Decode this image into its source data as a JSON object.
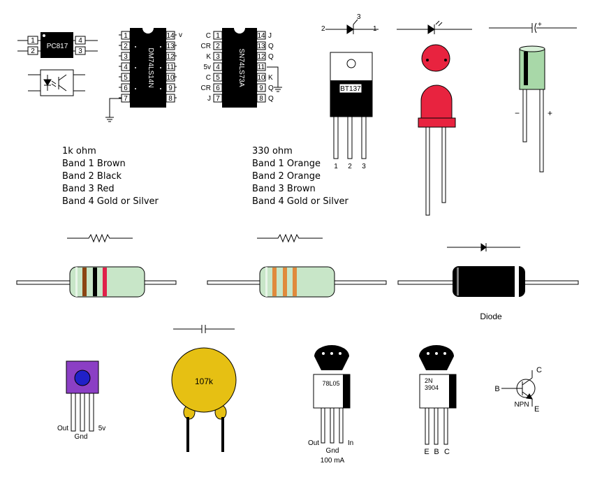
{
  "optocoupler": {
    "label": "PC817",
    "pins": [
      "1",
      "2",
      "4",
      "3"
    ]
  },
  "ic_74ls14": {
    "label": "DM74LS14N",
    "pins_left": [
      "1",
      "2",
      "3",
      "4",
      "5",
      "6",
      "7"
    ],
    "pins_right": [
      "14",
      "13",
      "12",
      "11",
      "10",
      "9",
      "8"
    ],
    "vcc_mark": "v"
  },
  "ic_74ls73": {
    "label": "SN74LS73A",
    "left_names": [
      "C",
      "CR",
      "K",
      "5v",
      "C",
      "CR",
      "J"
    ],
    "pins_left": [
      "1",
      "2",
      "3",
      "4",
      "5",
      "6",
      "7"
    ],
    "right_names": [
      "J",
      "Q",
      "Q",
      "",
      "K",
      "Q",
      "Q"
    ],
    "pins_right": [
      "14",
      "13",
      "12",
      "11",
      "10",
      "9",
      "8"
    ]
  },
  "phototransistor": {
    "pins": [
      "2",
      "3",
      "1"
    ]
  },
  "triac": {
    "label": "BT137",
    "pins": [
      "1",
      "2",
      "3"
    ]
  },
  "capacitor_electrolytic": {
    "plus": "+",
    "minus": "−",
    "plus2": "+"
  },
  "resistor_1k": {
    "lines": [
      "1k ohm",
      "Band 1 Brown",
      "Band 2 Black",
      "Band 3 Red",
      "Band 4 Gold or Silver"
    ]
  },
  "resistor_330": {
    "lines": [
      "330 ohm",
      "Band 1 Orange",
      "Band 2 Orange",
      "Band 3 Brown",
      "Band 4 Gold or Silver"
    ]
  },
  "diode": {
    "label": "Diode"
  },
  "ir_receiver": {
    "pins": [
      "Out",
      "Gnd",
      "5v"
    ]
  },
  "ceramic_capacitor": {
    "label": "107k"
  },
  "regulator": {
    "label": "78L05",
    "pins": [
      "Out",
      "Gnd",
      "In"
    ],
    "rating": "100 mA"
  },
  "transistor": {
    "label": "2N 3904",
    "label_line1": "2N",
    "label_line2": "3904",
    "pins": [
      "E",
      "B",
      "C"
    ]
  },
  "npn_symbol": {
    "base": "B",
    "collector": "C",
    "emitter": "E",
    "type": "NPN"
  },
  "colors": {
    "brown": "#8b4513",
    "black": "#000000",
    "red": "#e0204a",
    "orange": "#e08a3c",
    "resistor_body": "#c8e6c8",
    "led_red": "#e8233f",
    "cap_yellow": "#e6c013",
    "ir_purple": "#8b3fc4",
    "ir_blue": "#2020c8",
    "cap_green": "#a8d8a8"
  }
}
